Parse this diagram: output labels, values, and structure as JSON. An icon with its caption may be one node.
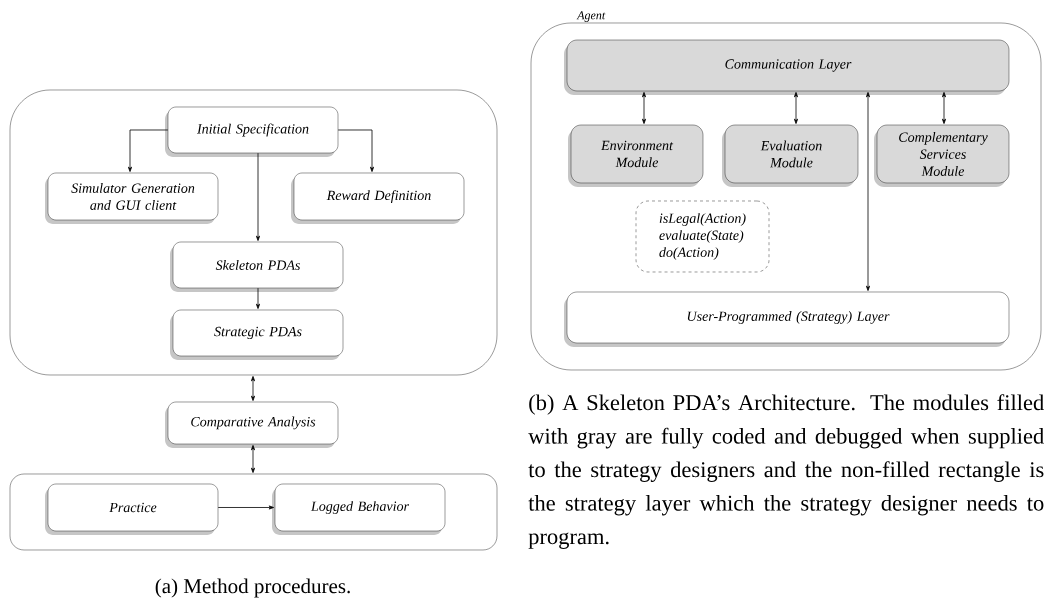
{
  "diagram": {
    "nodes": [
      {
        "text": [],
        "shape": "box"
      },
      {
        "text": [
          "Initial Specification"
        ],
        "in": 0
      },
      {
        "text": [
          "Simulator Generation and GUI client"
        ],
        "in": 0
      },
      {
        "text": [
          "Reward Definition"
        ],
        "in": 0
      },
      {
        "text": [
          "Skeleton PDAs"
        ],
        "in": 0
      },
      {
        "text": [
          "Strategic PDAs"
        ],
        "in": 0
      },
      {
        "text": [
          "Comparative Analysis"
        ]
      },
      {
        "text": [],
        "shape": "box"
      },
      {
        "text": [
          "Practice"
        ],
        "in": 7
      },
      {
        "text": [
          "Logged Behavior"
        ],
        "in": 7
      },
      {
        "text": [
          "Agent"
        ]
      },
      {
        "text": [
          "Communication Layer"
        ],
        "in": 10
      },
      {
        "text": [
          "Environment Module"
        ],
        "in": 10
      },
      {
        "text": [
          "Evaluation Module"
        ],
        "in": 10
      },
      {
        "text": [
          "Complementary Services Module"
        ],
        "in": 10
      },
      {
        "text": [
          "isLegal(Action)",
          "evaluate(State)",
          "do(Action)"
        ],
        "in": 10
      },
      {
        "text": [
          "User-Programmed (Strategy) Layer"
        ],
        "in": 10
      }
    ],
    "edges": [
      {
        "from": 1,
        "to": 2,
        "arrow": "to"
      },
      {
        "from": 1,
        "to": 3,
        "arrow": "to"
      },
      {
        "from": 1,
        "to": 4,
        "arrow": "to"
      },
      {
        "from": 4,
        "to": 5,
        "arrow": "to"
      },
      {
        "from": 0,
        "to": 6,
        "arrow": "both"
      },
      {
        "from": 6,
        "to": 7,
        "arrow": "both"
      },
      {
        "from": 8,
        "to": 9,
        "arrow": "to"
      },
      {
        "from": 11,
        "to": 12,
        "arrow": "both"
      },
      {
        "from": 11,
        "to": 13,
        "arrow": "both"
      },
      {
        "from": 11,
        "to": 14,
        "arrow": "both"
      },
      {
        "from": 11,
        "to": 16,
        "arrow": "both"
      }
    ],
    "labels": [
      "(a) Method procedures.",
      "(b) A Skeleton PDA’s Architecture. The modules filled with gray are fully coded and debugged when supplied to the strategy designers and the non-filled rectangle is the strategy layer which the strategy designer needs to program."
    ]
  }
}
